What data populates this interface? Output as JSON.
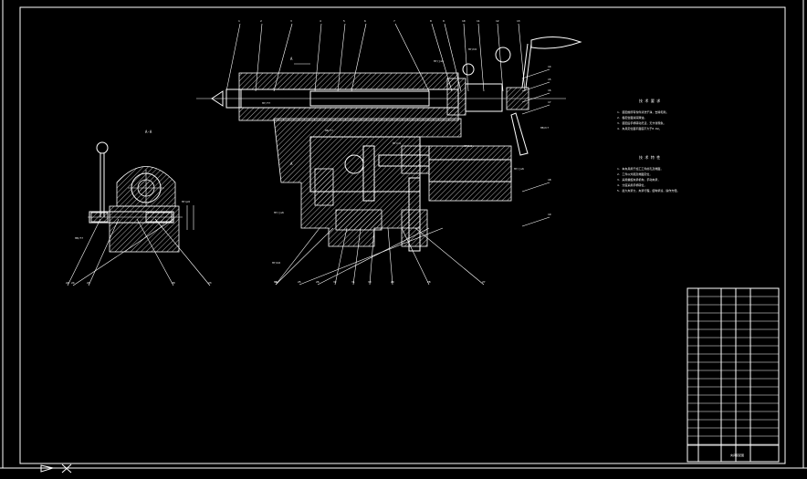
{
  "colors": {
    "background": "#000000",
    "lines": "#ffffff"
  },
  "section_label": "A-A",
  "view_marker": "A",
  "leaders_top": [
    "1",
    "2",
    "3",
    "4",
    "5",
    "6",
    "7",
    "8",
    "9",
    "10",
    "11",
    "12",
    "13"
  ],
  "leaders_right": [
    "14",
    "15",
    "16",
    "17",
    "18",
    "19"
  ],
  "leaders_bottom_main": [
    "34",
    "33",
    "32",
    "31",
    "30",
    "29",
    "28",
    "27",
    "26",
    "25"
  ],
  "leaders_bottom_left": [
    "22",
    "21",
    "20",
    "23",
    "24"
  ],
  "fit_labels": [
    "H7/js6",
    "H7/h6",
    "H7/f7",
    "H8/f7",
    "H7/n6",
    "H7/k6",
    "H7/js6",
    "H8/h7",
    "H7/p6",
    "H8/f7",
    "H7/js6",
    "H7/k6"
  ],
  "tech_requirements_title": "技 术 要 求",
  "tech_requirements": [
    "1. 装配前所有零件清洗干净，去除毛刺。",
    "2. 各配合面涂润滑油，",
    "3. 装配后手柄转动灵活，无卡滞现象。",
    "4. 夹具定位面平面度不大于0.02。"
  ],
  "tech_specs_title": "技 术 特 性",
  "tech_specs": [
    "1. 本夹具用于加工工件的孔及端面，",
    "2. 工件以外圆及端面定位，",
    "3. 采用螺旋夹紧机构，手动夹紧，",
    "4. 分度采用手柄转位，",
    "5. 最大夹紧力，夹紧行程，结构紧凑，操作方便。"
  ],
  "title_block_text": "夹具装配图"
}
